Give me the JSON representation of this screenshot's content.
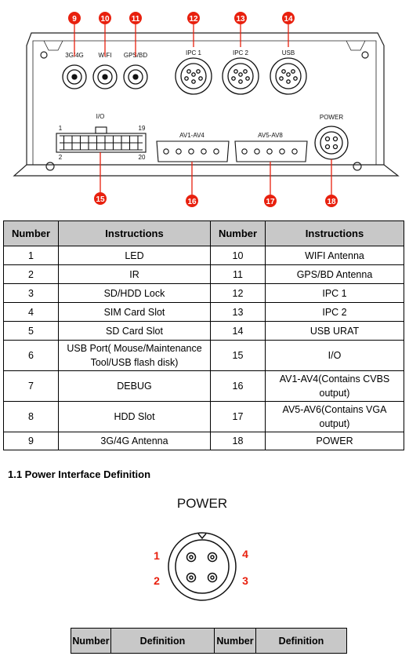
{
  "diagram": {
    "port_labels": {
      "three_g": "3G/4G",
      "wifi": "WIFI",
      "gps": "GPS/BD",
      "ipc1": "IPC 1",
      "ipc2": "IPC 2",
      "usb": "USB",
      "io": "I/O",
      "io_pin_tl": "1",
      "io_pin_tr": "19",
      "io_pin_bl": "2",
      "io_pin_br": "20",
      "av1": "AV1-AV4",
      "av5": "AV5-AV8",
      "power": "POWER"
    },
    "callouts": [
      "9",
      "10",
      "11",
      "12",
      "13",
      "14",
      "15",
      "16",
      "17",
      "18"
    ],
    "callout_color": "#e8200e"
  },
  "spec_table": {
    "headers": [
      "Number",
      "Instructions",
      "Number",
      "Instructions"
    ],
    "rows": [
      [
        "1",
        "LED",
        "10",
        "WIFI Antenna"
      ],
      [
        "2",
        "IR",
        "11",
        "GPS/BD Antenna"
      ],
      [
        "3",
        "SD/HDD Lock",
        "12",
        "IPC 1"
      ],
      [
        "4",
        "SIM Card Slot",
        "13",
        "IPC 2"
      ],
      [
        "5",
        "SD Card Slot",
        "14",
        "USB URAT"
      ],
      [
        "6",
        "USB Port( Mouse/Maintenance Tool/USB flash disk)",
        "15",
        "I/O"
      ],
      [
        "7",
        "DEBUG",
        "16",
        "AV1-AV4(Contains CVBS output)"
      ],
      [
        "8",
        "HDD Slot",
        "17",
        "AV5-AV6(Contains VGA output)"
      ],
      [
        "9",
        "3G/4G Antenna",
        "18",
        "POWER"
      ]
    ]
  },
  "section_title": "1.1 Power Interface Definition",
  "power_diagram": {
    "title": "POWER",
    "pins": [
      "1",
      "2",
      "3",
      "4"
    ]
  },
  "def_table": {
    "headers": [
      "Number",
      "Definition",
      "Number",
      "Definition"
    ]
  }
}
